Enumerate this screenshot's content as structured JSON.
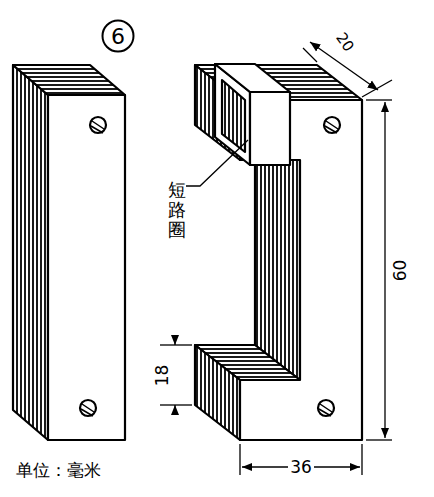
{
  "diagram": {
    "nodes": [
      {
        "text": [
          "6"
        ]
      }
    ],
    "labels": [
      "短路圈",
      "20",
      "60",
      "18",
      "36",
      "单位：毫米"
    ]
  }
}
